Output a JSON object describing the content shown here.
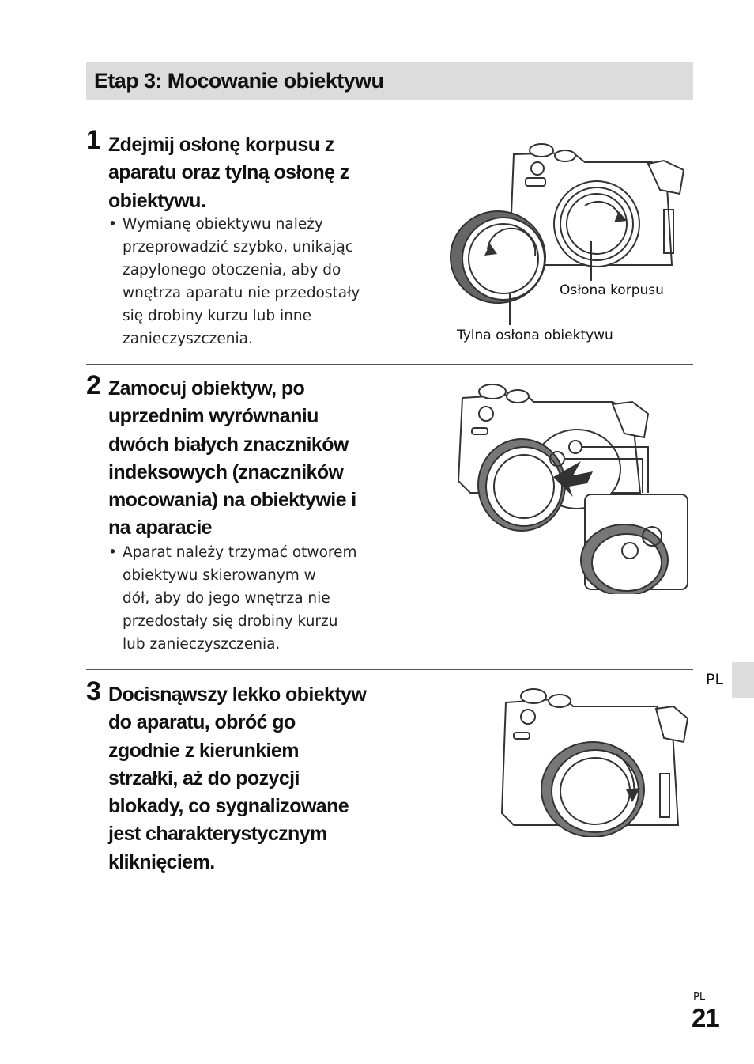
{
  "section_title": "Etap 3: Mocowanie obiektywu",
  "steps": [
    {
      "number": "1",
      "heading": [
        "Zdejmij osłonę korpusu z",
        "aparatu oraz tylną osłonę z",
        "obiektywu."
      ],
      "bullet": [
        "Wymianę obiektywu należy",
        "przeprowadzić szybko, unikając",
        "zapylonego otoczenia, aby do",
        "wnętrza aparatu nie przedostały",
        "się drobiny kurzu lub inne",
        "zanieczyszczenia."
      ],
      "captions": {
        "body_cap": "Osłona korpusu",
        "rear_cap": "Tylna osłona obiektywu"
      }
    },
    {
      "number": "2",
      "heading": [
        "Zamocuj obiektyw, po",
        "uprzednim wyrównaniu",
        "dwóch białych znaczników",
        "indeksowych (znaczników",
        "mocowania) na obiektywie i",
        "na aparacie"
      ],
      "bullet": [
        "Aparat należy trzymać otworem",
        "obiektywu skierowanym w",
        "dół, aby do jego wnętrza nie",
        "przedostały się drobiny kurzu",
        "lub zanieczyszczenia."
      ]
    },
    {
      "number": "3",
      "heading": [
        "Docisnąwszy lekko obiektyw",
        "do aparatu, obróć go",
        "zgodnie z kierunkiem",
        "strzałki, aż do pozycji",
        "blokady, co sygnalizowane",
        "jest charakterystycznym",
        "kliknięciem."
      ]
    }
  ],
  "side_tab": "PL",
  "footer": {
    "lang": "PL",
    "page_number": "21"
  }
}
